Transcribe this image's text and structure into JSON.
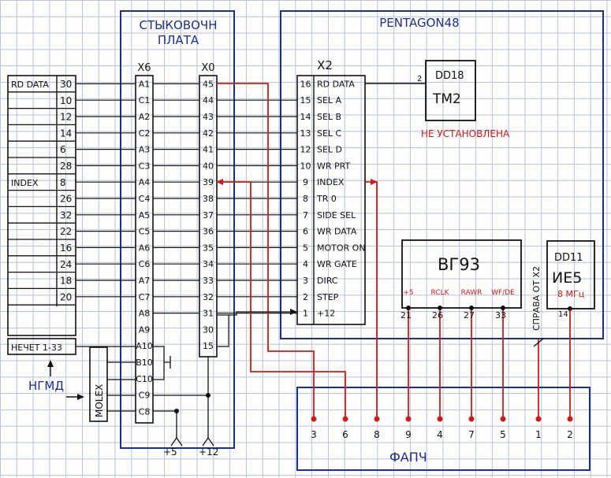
{
  "docking_board": {
    "title_line1": "СТЫКОВОЧН",
    "title_line2": "ПЛАТА"
  },
  "pentagon": {
    "title": "PENTAGON48"
  },
  "fapch": {
    "title": "ФАПЧ",
    "pins": [
      "3",
      "6",
      "8",
      "9",
      "4",
      "7",
      "5",
      "1",
      "2"
    ]
  },
  "left_connector": {
    "rows": [
      {
        "label": "RD DATA",
        "pin": "30"
      },
      {
        "label": "",
        "pin": "10"
      },
      {
        "label": "",
        "pin": "12"
      },
      {
        "label": "",
        "pin": "14"
      },
      {
        "label": "",
        "pin": "6"
      },
      {
        "label": "",
        "pin": "28"
      },
      {
        "label": "INDEX",
        "pin": "8"
      },
      {
        "label": "",
        "pin": "26"
      },
      {
        "label": "",
        "pin": "32"
      },
      {
        "label": "",
        "pin": "22"
      },
      {
        "label": "",
        "pin": "16"
      },
      {
        "label": "",
        "pin": "24"
      },
      {
        "label": "",
        "pin": "18"
      },
      {
        "label": "",
        "pin": "20"
      }
    ],
    "odd_label": "НЕЧЕТ 1-33",
    "ngmd_label": "НГМД",
    "molex_label": "MOLEX"
  },
  "x6": {
    "label": "X6",
    "pins": [
      "A1",
      "C1",
      "A2",
      "C2",
      "A3",
      "C3",
      "A4",
      "C4",
      "A5",
      "C5",
      "A6",
      "C6",
      "A7",
      "C7",
      "A8",
      "A9",
      "A10",
      "B10",
      "C10",
      "C9",
      "C8"
    ]
  },
  "x0": {
    "label": "X0",
    "pins": [
      "45",
      "44",
      "43",
      "42",
      "41",
      "40",
      "39",
      "38",
      "37",
      "36",
      "35",
      "34",
      "33",
      "32",
      "31",
      "30",
      "15"
    ]
  },
  "x2": {
    "label": "X2",
    "rows": [
      {
        "num": "16",
        "sig": "RD DATA"
      },
      {
        "num": "15",
        "sig": "SEL A"
      },
      {
        "num": "14",
        "sig": "SEL B"
      },
      {
        "num": "13",
        "sig": "SEL C"
      },
      {
        "num": "12",
        "sig": "SEL D"
      },
      {
        "num": "10",
        "sig": "WR PRT"
      },
      {
        "num": "9",
        "sig": "INDEX"
      },
      {
        "num": "8",
        "sig": "TR 0"
      },
      {
        "num": "7",
        "sig": "SIDE SEL"
      },
      {
        "num": "6",
        "sig": "WR DATA"
      },
      {
        "num": "5",
        "sig": "MOTOR ON"
      },
      {
        "num": "4",
        "sig": "WR GATE"
      },
      {
        "num": "3",
        "sig": "DIRC"
      },
      {
        "num": "2",
        "sig": "STEP"
      },
      {
        "num": "1",
        "sig": "+12"
      }
    ]
  },
  "dd18": {
    "name": "DD18",
    "type": "TM2",
    "pin": "2",
    "note": "НЕ УСТАНОВЛЕНА"
  },
  "vg93": {
    "name": "ВГ93",
    "pins": [
      {
        "label": "+5",
        "num": "21"
      },
      {
        "label": "RCLK",
        "num": "26"
      },
      {
        "label": "RAWR",
        "num": "27"
      },
      {
        "label": "WF/DE",
        "num": "33"
      }
    ]
  },
  "dd11": {
    "name": "DD11",
    "type": "ИЕ5",
    "freq": "8 МГц",
    "pin": "14"
  },
  "note_x2": "СПРАВА ОТ X2",
  "power": {
    "p5": "+5",
    "p12": "+12"
  },
  "colors": {
    "grid": "#b9c3d6",
    "wire": "#111111",
    "red": "#c81e1e",
    "blue": "#1d2f86"
  }
}
